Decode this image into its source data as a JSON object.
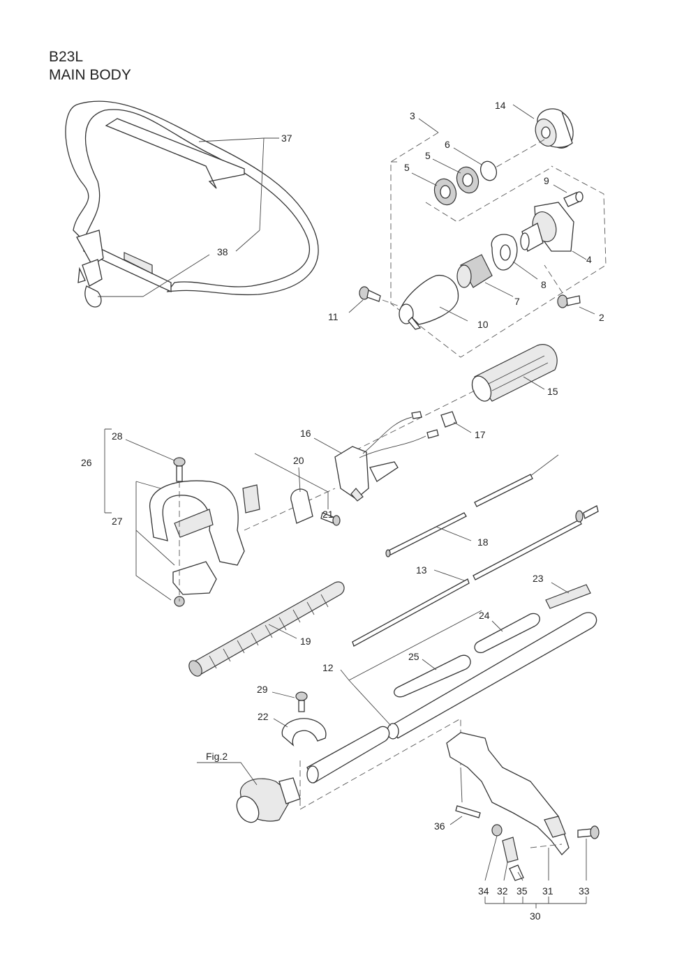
{
  "header": {
    "model": "B23L",
    "section": "MAIN BODY"
  },
  "reference_label": "Fig.2",
  "part_numbers": [
    "2",
    "3",
    "4",
    "5",
    "5",
    "6",
    "7",
    "8",
    "9",
    "10",
    "11",
    "12",
    "13",
    "14",
    "15",
    "16",
    "17",
    "18",
    "19",
    "20",
    "21",
    "22",
    "23",
    "24",
    "25",
    "26",
    "27",
    "28",
    "29",
    "30",
    "31",
    "32",
    "33",
    "34",
    "35",
    "36",
    "37",
    "38"
  ],
  "callouts": {
    "p2": "2",
    "p3": "3",
    "p4": "4",
    "p5a": "5",
    "p5b": "5",
    "p6": "6",
    "p7": "7",
    "p8": "8",
    "p9": "9",
    "p10": "10",
    "p11": "11",
    "p12": "12",
    "p13": "13",
    "p14": "14",
    "p15": "15",
    "p16": "16",
    "p17": "17",
    "p18": "18",
    "p19": "19",
    "p20": "20",
    "p21": "21",
    "p22": "22",
    "p23": "23",
    "p24": "24",
    "p25": "25",
    "p26": "26",
    "p27": "27",
    "p28": "28",
    "p29": "29",
    "p30": "30",
    "p31": "31",
    "p32": "32",
    "p33": "33",
    "p34": "34",
    "p35": "35",
    "p36": "36",
    "p37": "37",
    "p38": "38"
  }
}
